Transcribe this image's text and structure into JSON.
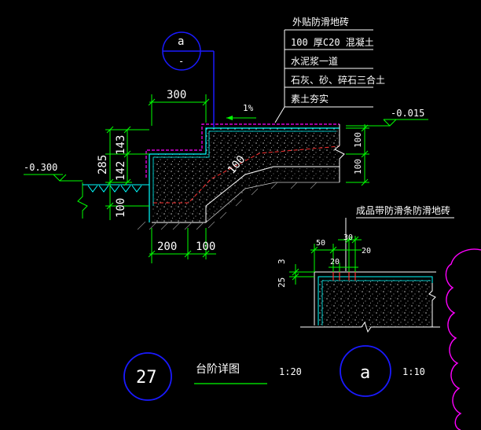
{
  "layers": {
    "top_label": "外贴防滑地砖",
    "concrete": "100  厚C20  混凝土",
    "mortar": "水泥浆一道",
    "base": "石灰、砂、碎石三合土",
    "soil": "素土夯实"
  },
  "elevations": {
    "top": "-0.015",
    "ground": "-0.300"
  },
  "slope": "1%",
  "dims": {
    "tread": "300",
    "riser_a": "285",
    "riser_b": "143",
    "riser_c": "142",
    "bottom_a": "100",
    "foot_a": "200",
    "foot_b": "100",
    "slab_a": "100",
    "slab_b": "100",
    "diag": "100"
  },
  "detail": {
    "title": "成品带防滑条防滑地砖",
    "d50": "50",
    "d30": "30",
    "d20a": "20",
    "d20b": "20",
    "d25": "25",
    "d3": "3"
  },
  "marker_top": {
    "letter": "a",
    "sub": "-"
  },
  "footer": {
    "number": "27",
    "title": "台阶详图",
    "scale1": "1:20",
    "letter": "a",
    "scale2": "1:10"
  },
  "colors": {
    "background": "#000000",
    "cyan": "#00ffff",
    "green": "#00ff00",
    "white": "#ffffff",
    "blue": "#1a1aff",
    "magenta": "#ff00ff",
    "red": "#ff3030"
  }
}
